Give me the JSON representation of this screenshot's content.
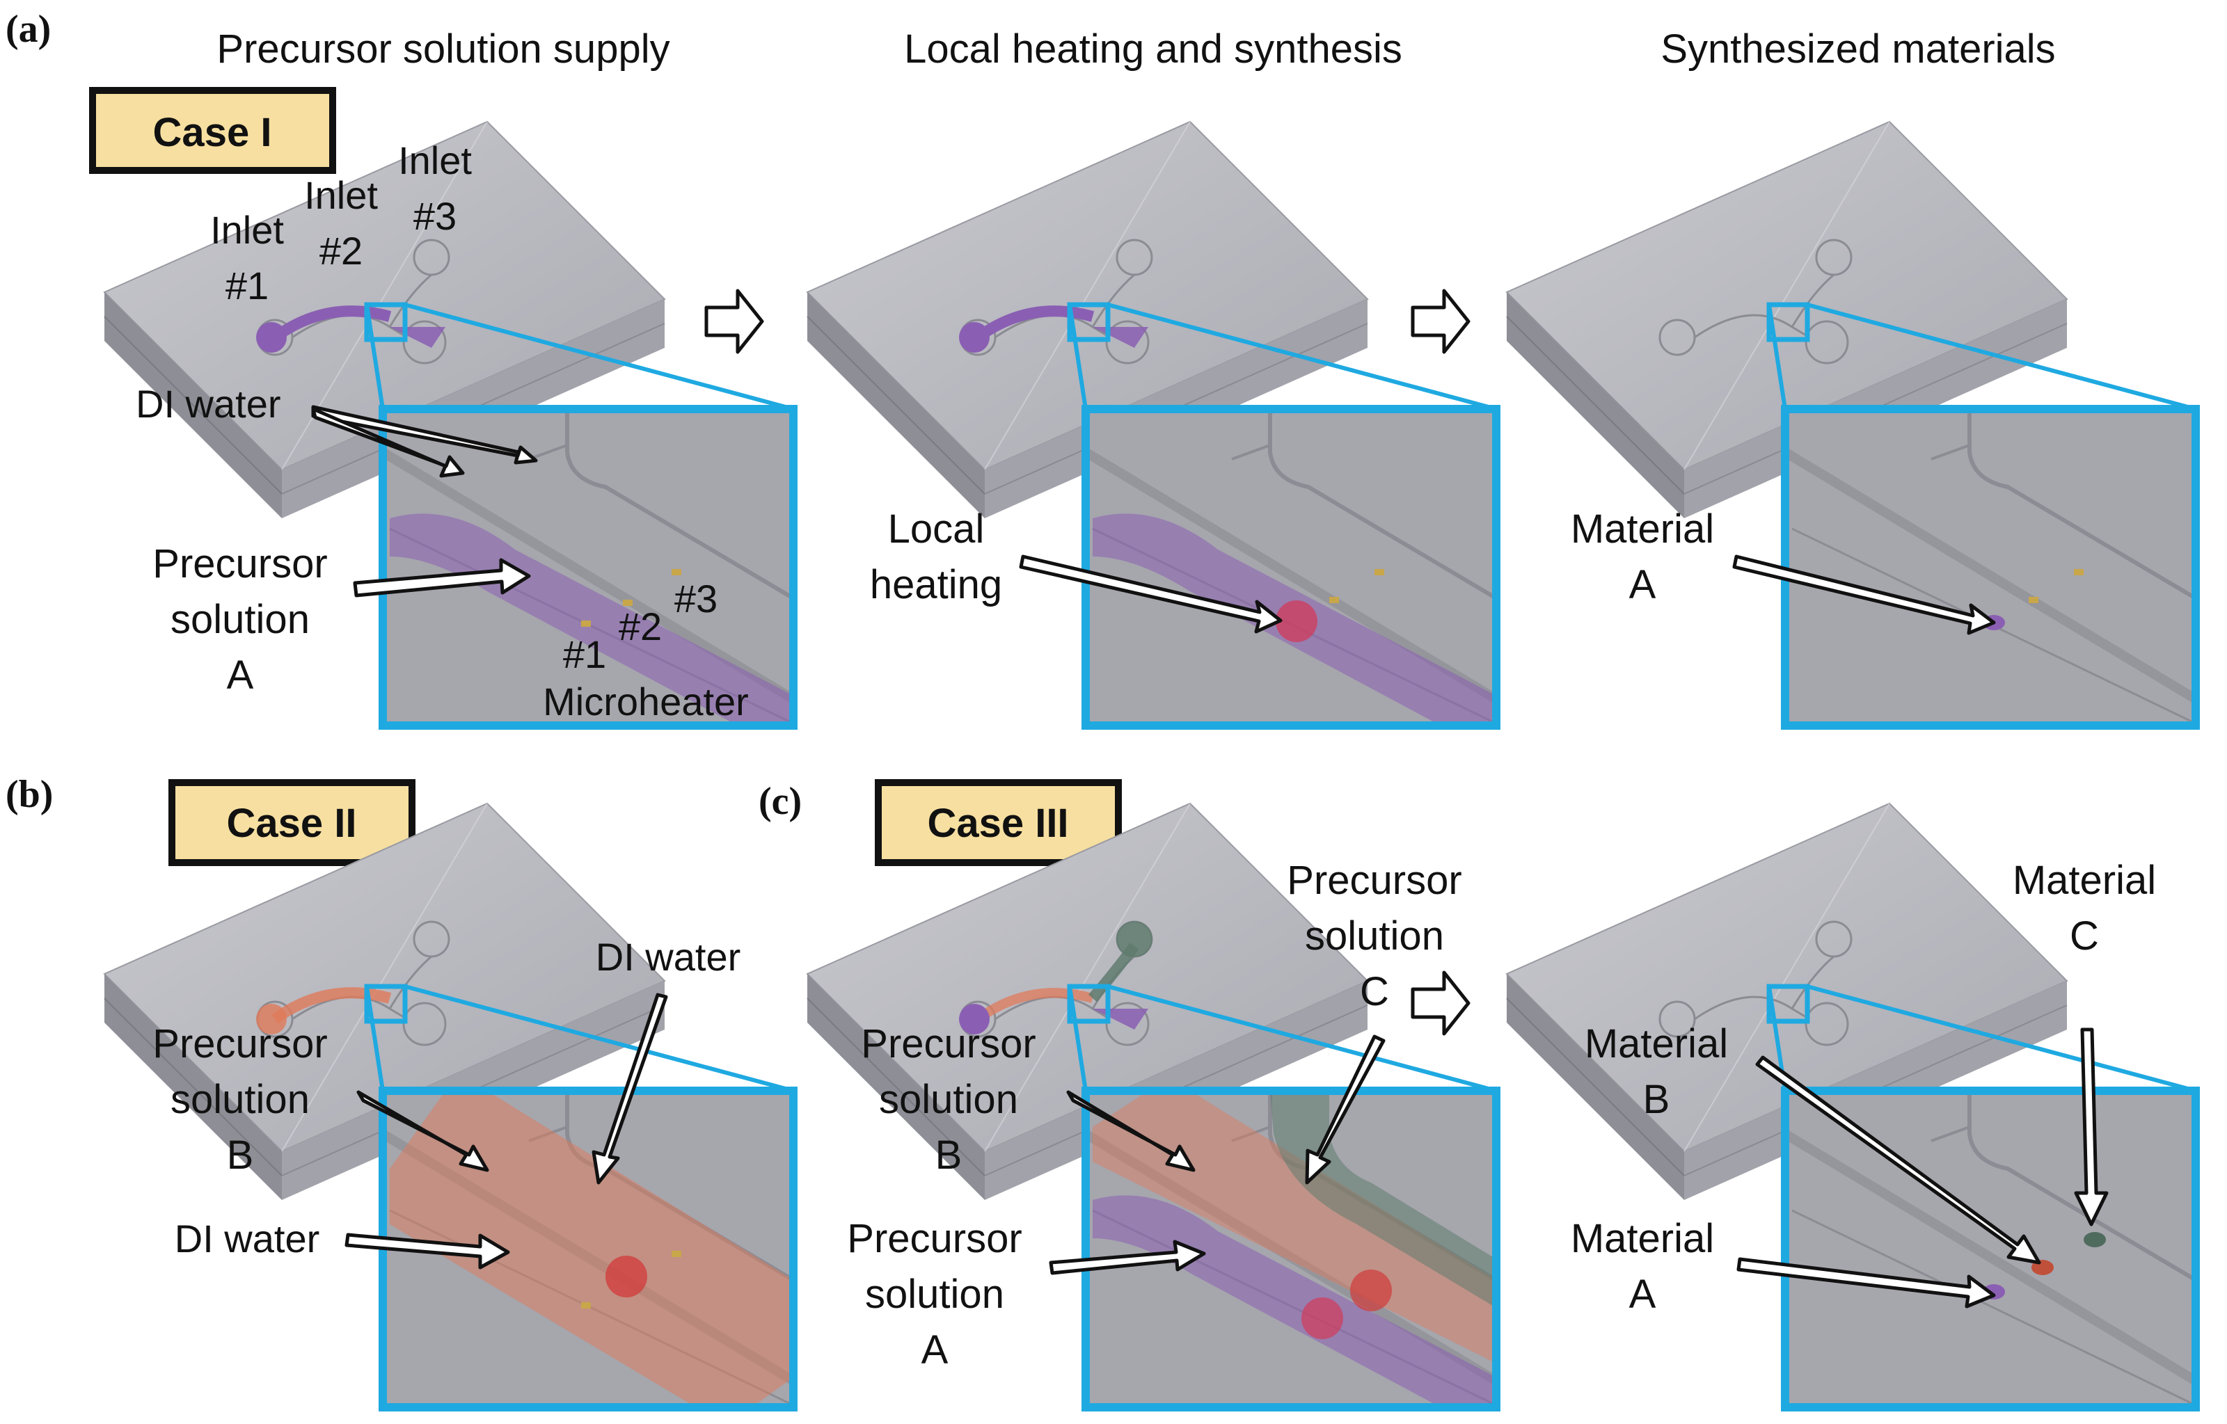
{
  "panels": {
    "a": "(a)",
    "b": "(b)",
    "c": "(c)"
  },
  "columns": {
    "supply": "Precursor solution supply",
    "heating": "Local heating and synthesis",
    "synth": "Synthesized materials"
  },
  "cases": {
    "c1": "Case I",
    "c2": "Case II",
    "c3": "Case III"
  },
  "labels": {
    "inlet1_a": "Inlet",
    "inlet1_b": "#1",
    "inlet2_a": "Inlet",
    "inlet2_b": "#2",
    "inlet3_a": "Inlet",
    "inlet3_b": "#3",
    "di_water": "DI water",
    "precursor": "Precursor",
    "solution": "solution",
    "letter_a": "A",
    "letter_b": "B",
    "letter_c": "C",
    "h1": "#1",
    "h2": "#2",
    "h3": "#3",
    "microheater": "Microheater",
    "local": "Local",
    "heating": "heating",
    "material": "Material"
  },
  "colors": {
    "chip_top": "#b6b6bd",
    "chip_side": "#8e8e96",
    "zoom_border": "#1fa9e1",
    "case_fill": "#f6dfa0",
    "solution_a": "#8a5fb3",
    "solution_b": "#e07a5a",
    "solution_c": "#5f7b6e",
    "heater": "#c8a64a"
  }
}
